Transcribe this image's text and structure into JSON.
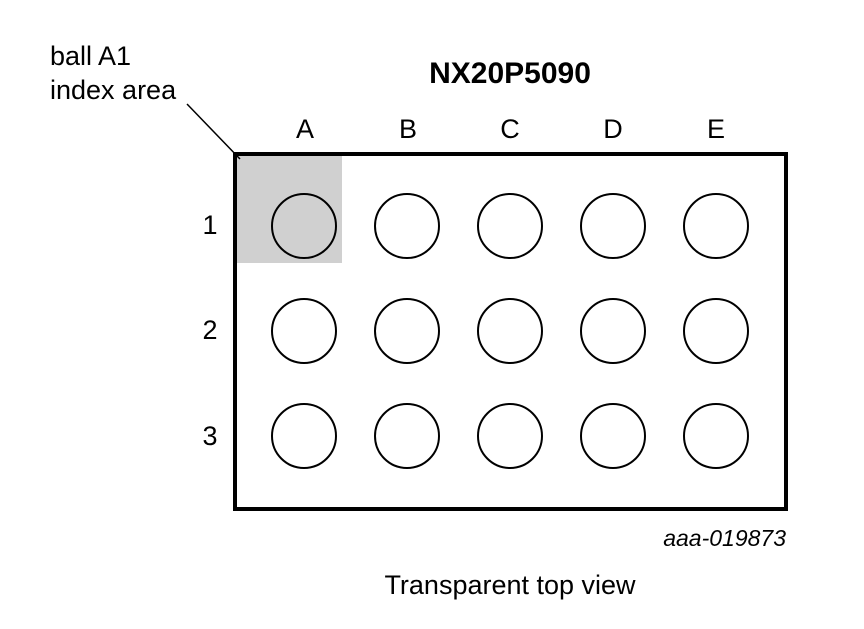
{
  "diagram": {
    "title": "NX20P5090",
    "index_label_line1": "ball A1",
    "index_label_line2": "index area",
    "columns": [
      "A",
      "B",
      "C",
      "D",
      "E"
    ],
    "rows": [
      "1",
      "2",
      "3"
    ],
    "figure_id": "aaa-019873",
    "caption": "Transparent top view",
    "colors": {
      "index_area": "#d0d0d0",
      "outline": "#000000",
      "ball_fill": "#ffffff"
    }
  }
}
